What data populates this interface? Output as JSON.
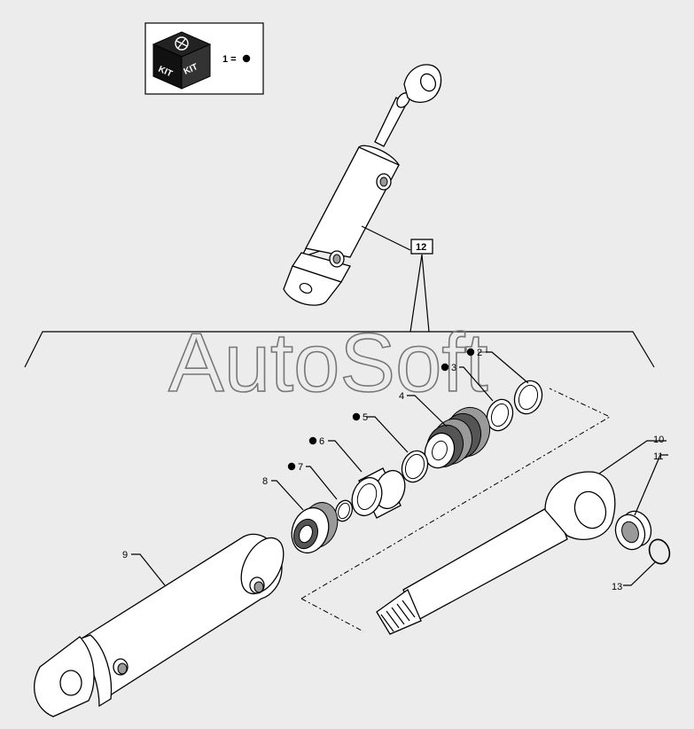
{
  "kit_box": {
    "kit_left": "KIT",
    "kit_right": "KIT",
    "legend": "1 ="
  },
  "assembly_label": "12",
  "watermark": "AutoSoft",
  "callouts": [
    {
      "id": "c2",
      "text": "2"
    },
    {
      "id": "c3",
      "text": "3"
    },
    {
      "id": "c4",
      "text": "4"
    },
    {
      "id": "c5",
      "text": "5"
    },
    {
      "id": "c6",
      "text": "6"
    },
    {
      "id": "c7",
      "text": "7"
    },
    {
      "id": "c8",
      "text": "8"
    },
    {
      "id": "c9",
      "text": "9"
    },
    {
      "id": "c10",
      "text": "10"
    },
    {
      "id": "c11",
      "text": "11"
    },
    {
      "id": "c13",
      "text": "13"
    }
  ]
}
